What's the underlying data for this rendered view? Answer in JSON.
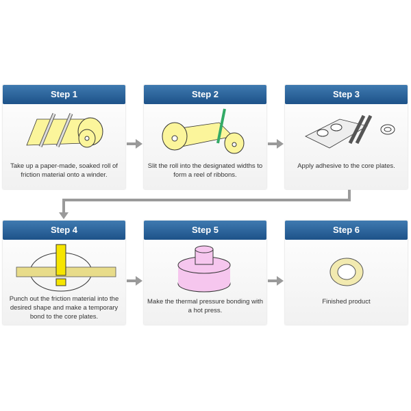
{
  "steps": [
    {
      "title": "Step 1",
      "text": "Take up a paper-made, soaked roll of friction material onto a winder."
    },
    {
      "title": "Step 2",
      "text": "Slit the roll into the designated widths to form a reel of ribbons."
    },
    {
      "title": "Step 3",
      "text": "Apply adhesive to the core plates."
    },
    {
      "title": "Step 4",
      "text": "Punch out the friction material into the desired shape and make a temporary bond to the core plates."
    },
    {
      "title": "Step 5",
      "text": "Make the thermal pressure bonding with a hot press."
    },
    {
      "title": "Step 6",
      "text": "Finished product"
    }
  ],
  "colors": {
    "header": "#2a5f96",
    "arrow": "#9a9a9a",
    "material": "#fbf59b"
  }
}
